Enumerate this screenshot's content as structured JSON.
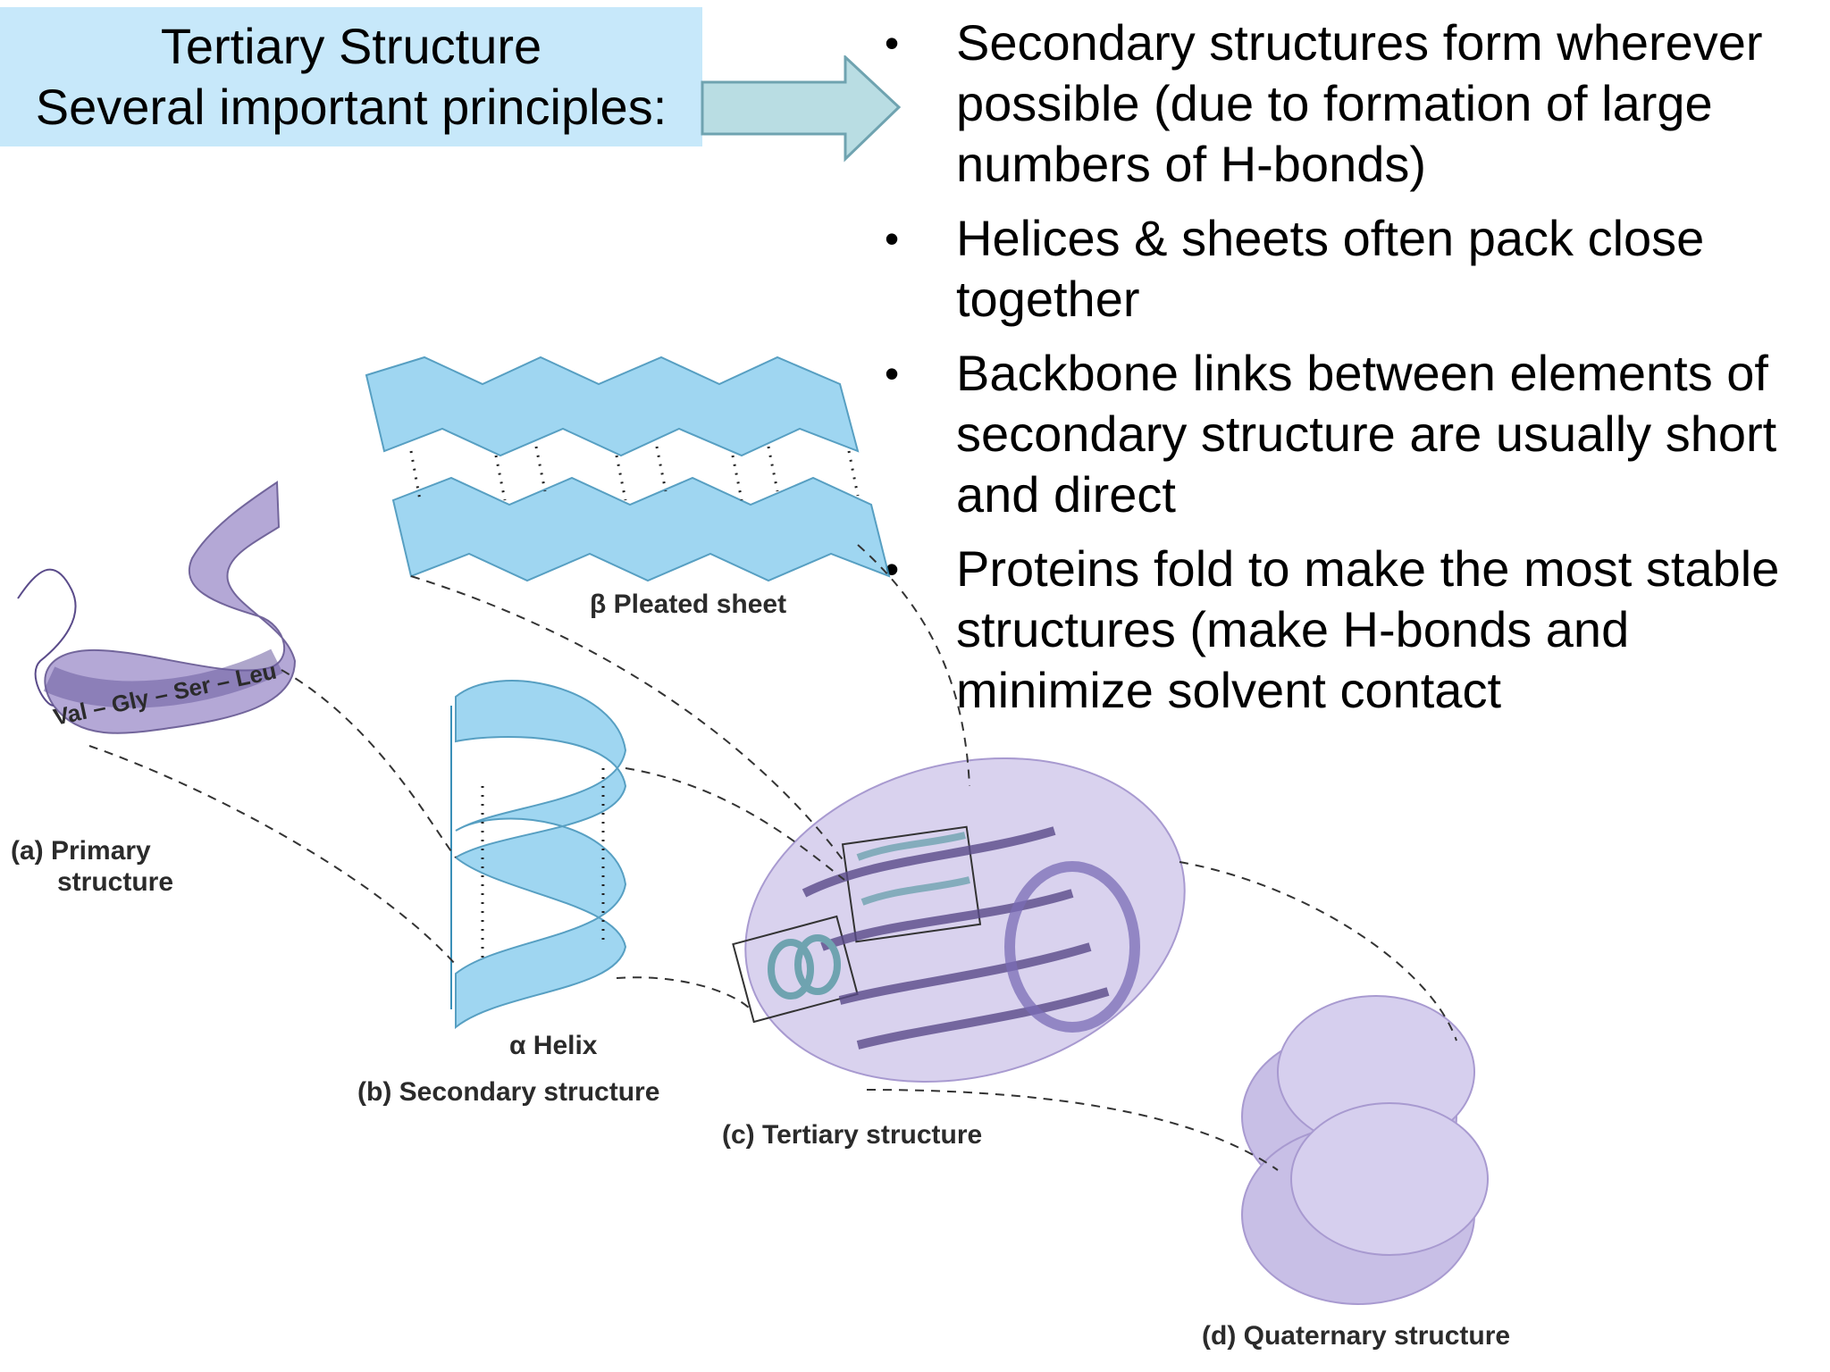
{
  "title": {
    "line1": "Tertiary Structure",
    "line2": "Several important principles:"
  },
  "bullets": [
    "Secondary structures form wherever possible (due to formation of large numbers of H-bonds)",
    "Helices & sheets often pack close together",
    "Backbone links between elements of secondary structure are usually short and direct",
    "Proteins fold to make the most stable structures (make H-bonds and minimize solvent contact"
  ],
  "bullet_glyph": "•",
  "figure": {
    "primary_label_a": "(a) Primary",
    "primary_label_b": "structure",
    "sequence": "Val – Gly – Ser – Leu",
    "sheet_label": "β Pleated sheet",
    "helix_label": "α Helix",
    "secondary_label": "(b) Secondary structure",
    "tertiary_label": "(c) Tertiary structure",
    "quaternary_label": "(d) Quaternary structure"
  },
  "colors": {
    "title_bg": "#c7e8fa",
    "arrow_fill": "#b9dde3",
    "arrow_stroke": "#6fa3b0",
    "sheet_blue": "#8fd0ef",
    "ribbon_purple": "#a89ad0",
    "blob_purple": "#c8bfe6"
  }
}
